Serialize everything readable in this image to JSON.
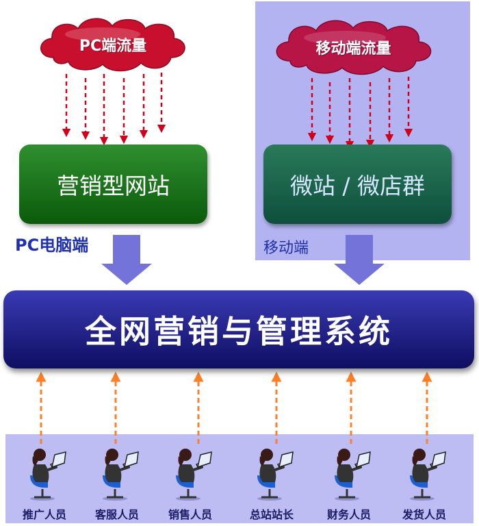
{
  "clouds": {
    "pc": "PC端流量",
    "mobile": "移动端流量"
  },
  "boxes": {
    "pc_site": "营销型网站",
    "mobile_site": "微站 / 微店群"
  },
  "channel_labels": {
    "pc_prefix": "PC",
    "pc_suffix": "电脑端",
    "mobile": "移动端"
  },
  "main_system": "全网营销与管理系统",
  "staff": [
    {
      "label": "推广人员"
    },
    {
      "label": "客服人员"
    },
    {
      "label": "销售人员"
    },
    {
      "label": "总站站长"
    },
    {
      "label": "财务人员"
    },
    {
      "label": "发货人员"
    }
  ],
  "colors": {
    "cloud_fill": "#c8102e",
    "rain_arrow": "#d0001b",
    "staff_arrow": "#ff7f27",
    "big_arrow": "#7373d9"
  }
}
